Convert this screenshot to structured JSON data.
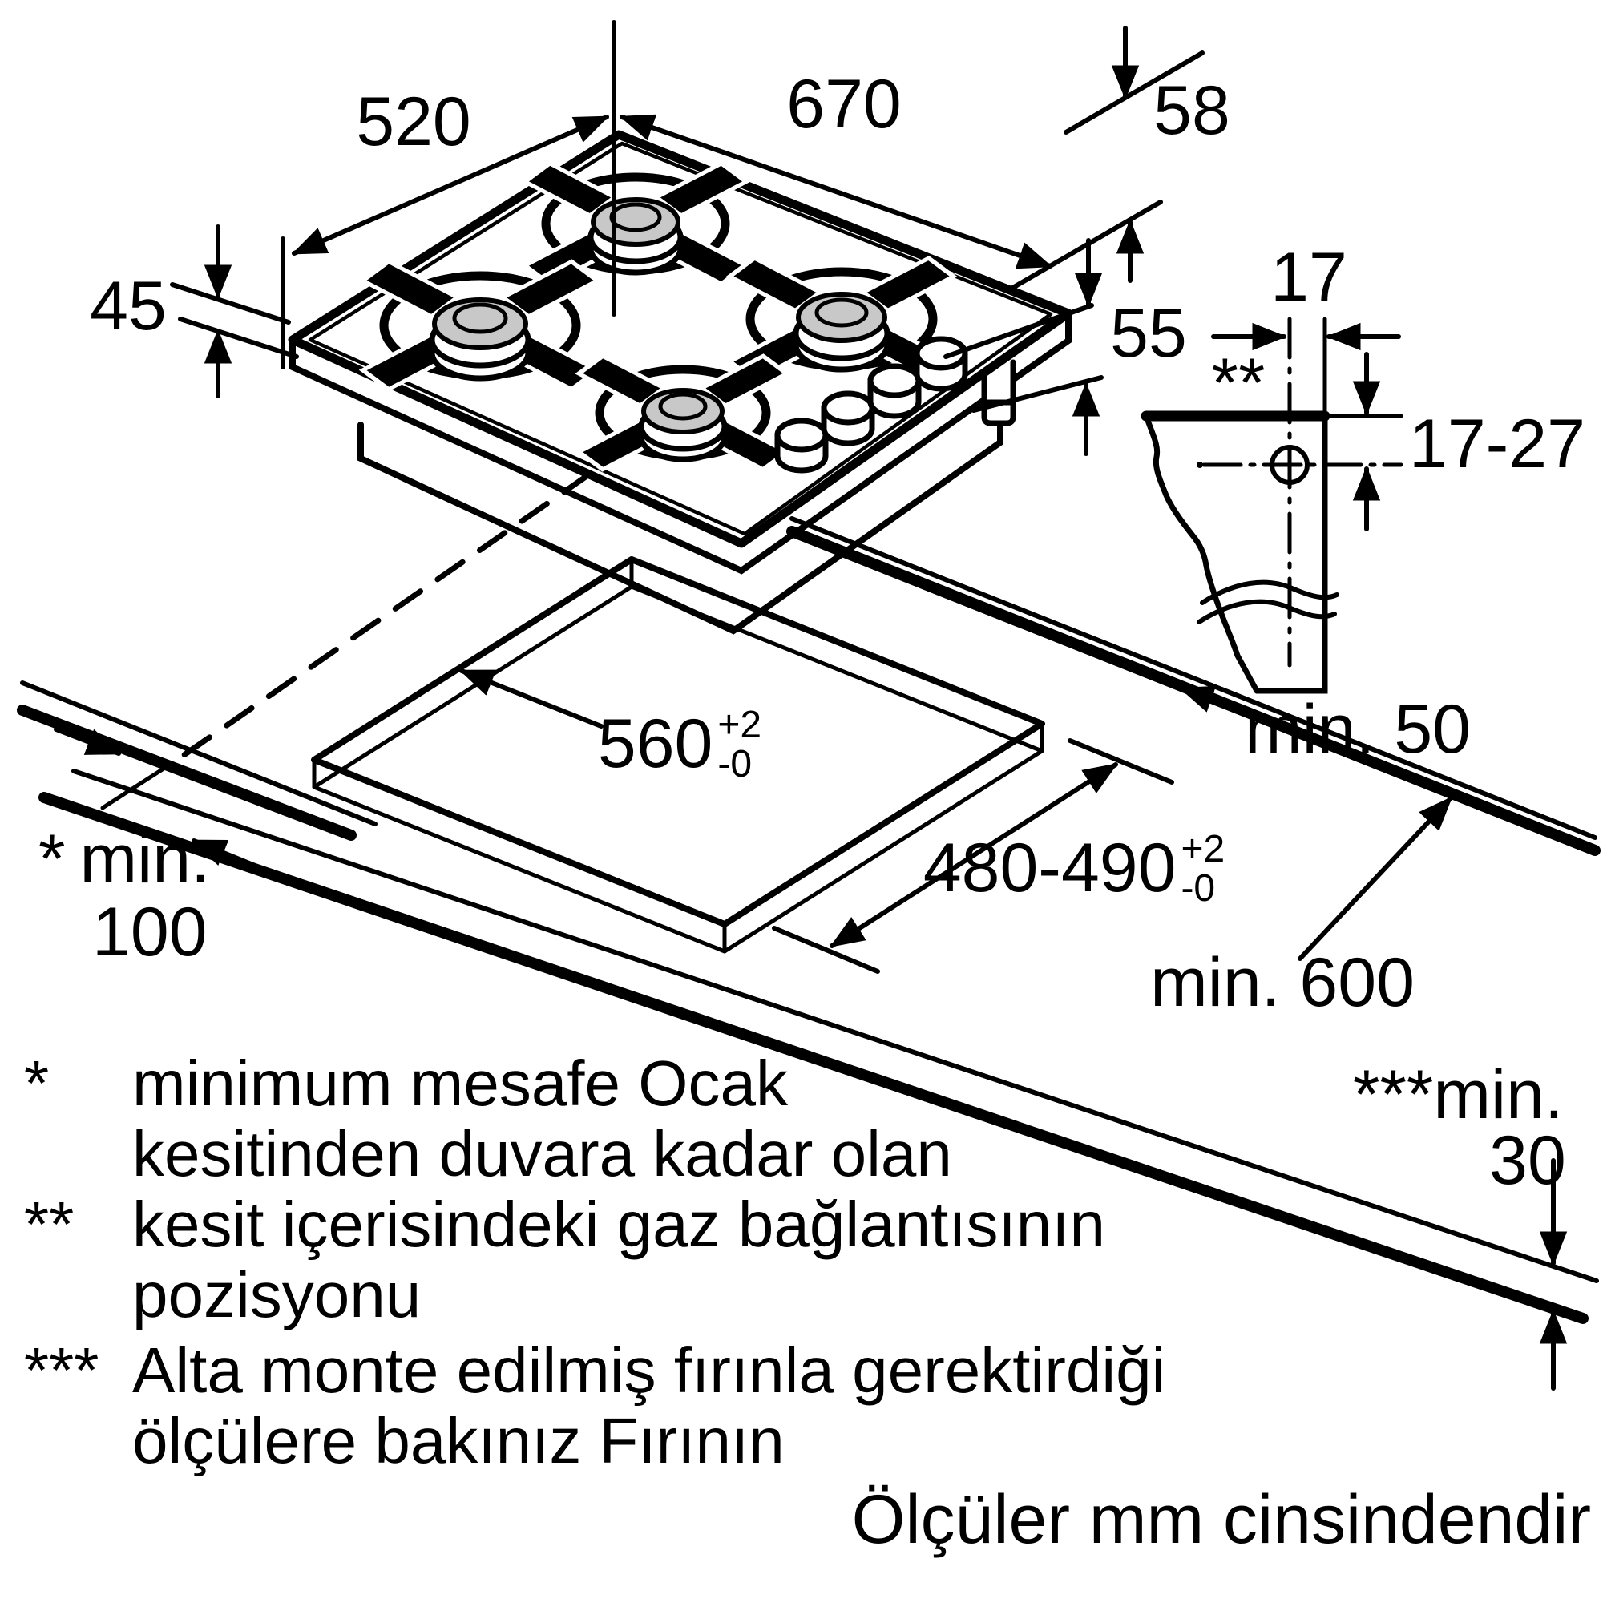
{
  "dimensions": {
    "hob": {
      "depth": "520",
      "width": "670",
      "rear_offset": "58",
      "glass_thickness": "45",
      "body_height": "55"
    },
    "gas_connection": {
      "marker": "**",
      "horizontal_offset": "17",
      "vertical_range": "17-27"
    },
    "clearances": {
      "right_min": "min. 50",
      "left": {
        "marker": "*",
        "label": "min.",
        "value": "100"
      },
      "front_min": "min. 600",
      "bottom": {
        "marker": "***",
        "label": "min.",
        "value": "30"
      }
    },
    "cutout": {
      "width": {
        "value": "560",
        "tol_plus": "+2",
        "tol_minus": "-0"
      },
      "depth": {
        "value": "480-490",
        "tol_plus": "+2",
        "tol_minus": "-0"
      }
    }
  },
  "footnotes": [
    {
      "marker": "*",
      "line1": "minimum mesafe Ocak",
      "line2": "kesitinden duvara kadar olan"
    },
    {
      "marker": "**",
      "line1": "kesit içerisindeki gaz bağlantısının",
      "line2": "pozisyonu"
    },
    {
      "marker": "***",
      "line1": "Alta monte edilmiş fırınla gerektirdiği",
      "line2": "ölçülere bakınız Fırının"
    }
  ],
  "units_note": "Ölçüler mm cinsindendir",
  "colors": {
    "line": "#000000",
    "background": "#ffffff",
    "burner_cap": "#c8c8c8"
  },
  "icons": {
    "hob": "gas-hob-isometric-icon",
    "section": "worktop-section-profile-icon",
    "cutout": "worktop-cutout-icon"
  }
}
